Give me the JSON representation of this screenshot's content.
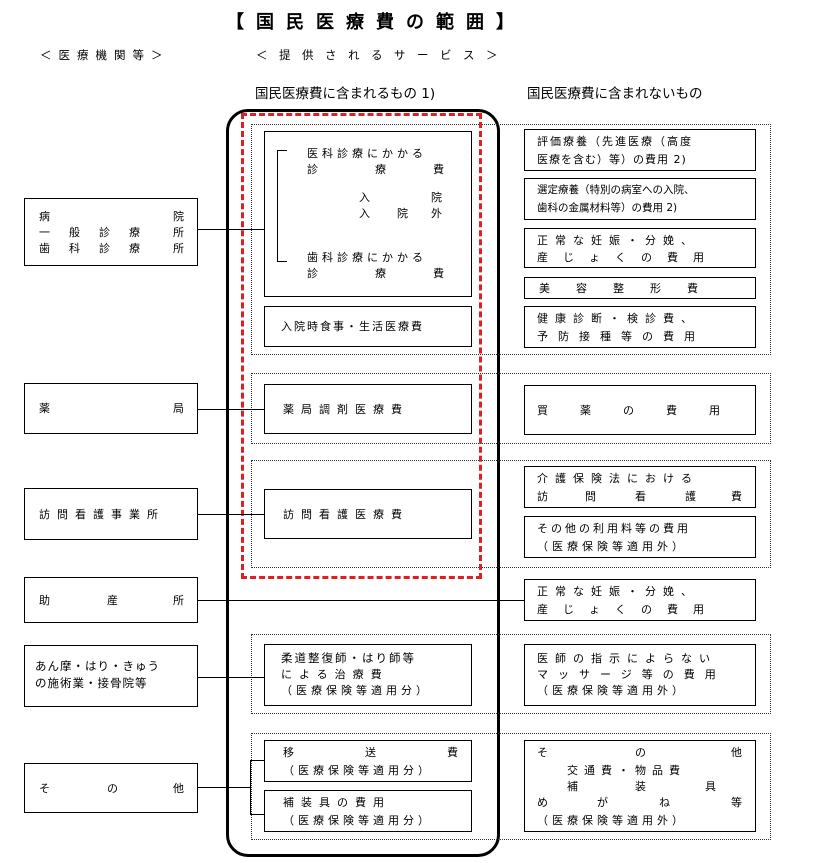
{
  "title": "【国民医療費の範囲】",
  "header_institutions": "＜医療機関等＞",
  "header_services": "＜　提　供　さ　れ　る　サ　ー　ビ　ス　＞",
  "header_included": "国民医療費に含まれるもの 1)",
  "header_excluded": "国民医療費に含まれないもの",
  "institutions": {
    "hospital": "病",
    "hospital_b": "院",
    "clinic_a": "一　般　診　療",
    "clinic_b": "所",
    "dental_a": "歯　科　診　療",
    "dental_b": "所",
    "pharmacy_a": "薬",
    "pharmacy_b": "局",
    "nursing": "訪問看護事業所",
    "midwife_a": "助",
    "midwife_b": "産",
    "midwife_c": "所",
    "massage_1": "あん摩・はり・きゅう",
    "massage_2": "の施術業・接骨院等",
    "other_a": "そ",
    "other_b": "の",
    "other_c": "他"
  },
  "included": {
    "medical_1": "医科診療にかかる",
    "medical_2": "診",
    "medical_2b": "療",
    "medical_2c": "費",
    "inpatient": "入",
    "inpatient_b": "院",
    "outpatient": "入",
    "outpatient_b": "院",
    "outpatient_c": "外",
    "dental_1": "歯科診療にかかる",
    "dental_2": "診",
    "dental_2b": "療",
    "dental_2c": "費",
    "meals": "入院時食事・生活医療費",
    "pharmacy": "薬局調剤医療費",
    "home_nursing": "訪問看護医療費",
    "judo_1": "柔道整復師・はり師等",
    "judo_2": "による治療費",
    "judo_3": "（医療保険等適用分）",
    "transport_1": "移",
    "transport_1b": "送",
    "transport_1c": "費",
    "transport_2": "（医療保険等適用分）",
    "device_1": "補装具の費用",
    "device_2": "（医療保険等適用分）"
  },
  "excluded": {
    "eval_1": "評価療養（先進医療（高度",
    "eval_2": "医療を含む）等）の費用 2)",
    "select_1": "選定療養（特別の病室への入院、",
    "select_2": "歯科の金属材料等）の費用 2)",
    "preg_1": "正常な妊娠・分娩、",
    "preg_2": "産じょくの費用",
    "cosmetic": "美容整形費",
    "checkup_1": "健康診断・検診費、",
    "checkup_2": "予防接種等の費用",
    "otc": "買薬の費用",
    "ltc_1": "介護保険法における",
    "ltc_2": "訪",
    "ltc_2b": "問",
    "ltc_2c": "看",
    "ltc_2d": "護",
    "ltc_2e": "費",
    "usage_1": "その他の利用料等の費用",
    "usage_2": "（医療保険等適用外）",
    "preg2_1": "正常な妊娠・分娩、",
    "preg2_2": "産じょくの費用",
    "massage_1": "医師の指示によらない",
    "massage_2": "マッサージ等の費用",
    "massage_3": "（医療保険等適用外）",
    "other_1": "そ",
    "other_1b": "の",
    "other_1c": "他",
    "other_2": "交通費・物品費",
    "other_3a": "補",
    "other_3b": "装",
    "other_3c": "具",
    "other_4a": "め",
    "other_4b": "が",
    "other_4c": "ね",
    "other_4d": "等",
    "other_5": "（医療保険等適用外）"
  },
  "colors": {
    "highlight": "#e02020",
    "line": "#000000",
    "dotted": "#333333"
  }
}
